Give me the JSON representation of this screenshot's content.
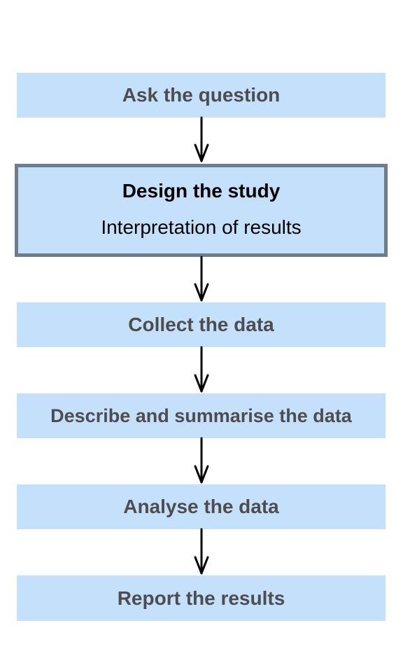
{
  "steps": [
    {
      "label": "Ask the question"
    },
    {
      "label": "Design the study",
      "sublabel": "Interpretation of results"
    },
    {
      "label": "Collect the data"
    },
    {
      "label": "Describe and summarise the data"
    },
    {
      "label": "Analyse the data"
    },
    {
      "label": "Report the results"
    }
  ],
  "colors": {
    "box_fill": "#c5e0fb",
    "highlight_border": "#6e7c8c",
    "text_muted": "#4d4d4f",
    "arrow": "#000000"
  }
}
